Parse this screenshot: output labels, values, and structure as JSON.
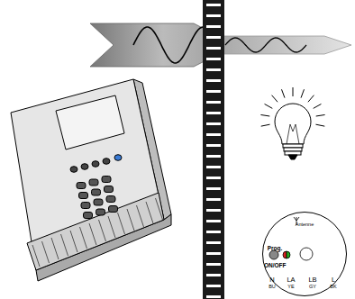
{
  "diagram": {
    "nodes": [
      {
        "text": [
          "Antenne",
          "Prog.",
          "ON/OFF",
          "N",
          "BU",
          "LA",
          "YE",
          "LB",
          "GY",
          "L",
          "BK"
        ]
      }
    ]
  }
}
